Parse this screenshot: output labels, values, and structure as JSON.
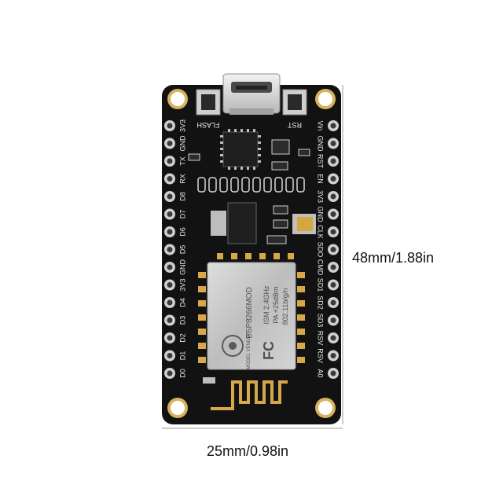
{
  "dimensions": {
    "height_label": "48mm/1.88in",
    "width_label": "25mm/0.98in"
  },
  "board": {
    "button_labels": {
      "flash": "FLASH",
      "rst": "RST"
    },
    "left_pins": [
      "3V3",
      "GND",
      "TX",
      "RX",
      "D8",
      "D7",
      "D6",
      "D5",
      "GND",
      "3V3",
      "D4",
      "D3",
      "D2",
      "D1",
      "D0"
    ],
    "right_pins": [
      "Vin",
      "GND",
      "RST",
      "EN",
      "3V3",
      "GND",
      "CLK",
      "SDO",
      "CMD",
      "SD1",
      "SD2",
      "SD3",
      "RSV",
      "RSV",
      "A0"
    ],
    "module_text": {
      "model": "ESP8266MOD",
      "specs": [
        "ISM 2.4GHz",
        "PA +25dBm",
        "802.11b/g/n"
      ],
      "vendor": "MODEL VENDOR",
      "fcc": "FC"
    }
  },
  "colors": {
    "pcb": "#121212",
    "silkscreen": "#e8e8e8",
    "gold": "#d6a84a",
    "shield": "#c9c9c9",
    "usb": "#d9d9d9"
  }
}
